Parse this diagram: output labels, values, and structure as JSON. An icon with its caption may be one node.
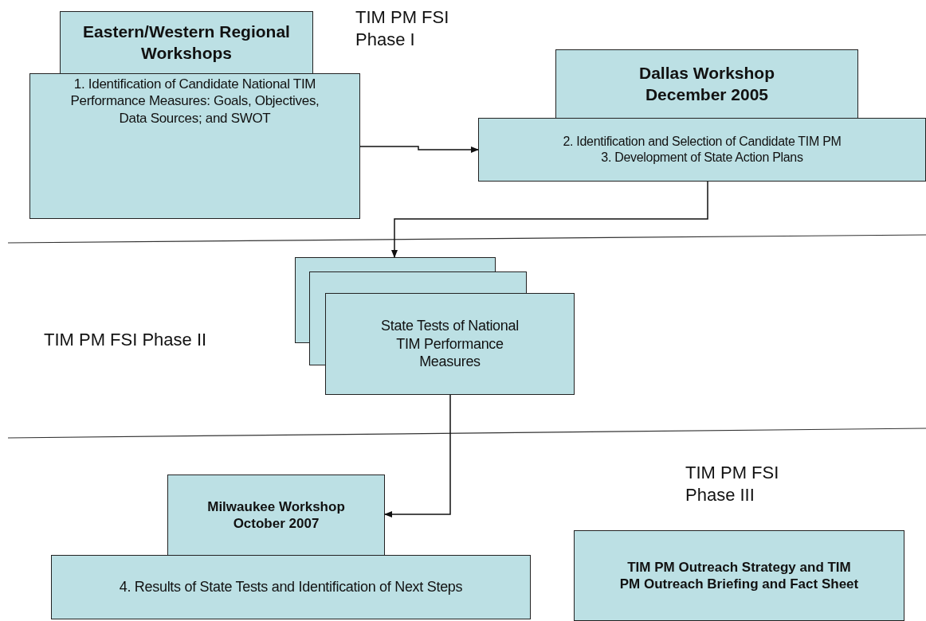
{
  "diagram": {
    "nodes": [
      {
        "text": [
          "Eastern/Western Regional Workshops"
        ]
      },
      {
        "text": [
          "1. Identification of  Candidate National TIM Performance Measures: Goals, Objectives, Data Sources; and SWOT"
        ]
      },
      {
        "text": [
          "Dallas Workshop December 2005"
        ]
      },
      {
        "text": [
          "2. Identification and Selection of Candidate TIM PM",
          "3. Development of State Action Plans"
        ]
      },
      {
        "text": [],
        "shape": "box"
      },
      {
        "text": [],
        "shape": "box"
      },
      {
        "text": [
          "State Tests of National TIM Performance Measures"
        ]
      },
      {
        "text": [
          "Milwaukee Workshop October 2007"
        ]
      },
      {
        "text": [
          "4. Results of State Tests and Identification of Next Steps"
        ]
      },
      {
        "text": [
          "TIM PM Outreach Strategy and TIM PM  Outreach Briefing and Fact Sheet"
        ]
      }
    ],
    "edges": [
      {
        "from": 1,
        "to": 3,
        "arrow": "to"
      },
      {
        "from": 3,
        "to": 4,
        "arrow": "to"
      },
      {
        "from": 6,
        "to": 7,
        "arrow": "to"
      }
    ],
    "labels": [
      "TIM PM FSI Phase I",
      "TIM PM FSI Phase II",
      "TIM PM FSI Phase III"
    ]
  }
}
